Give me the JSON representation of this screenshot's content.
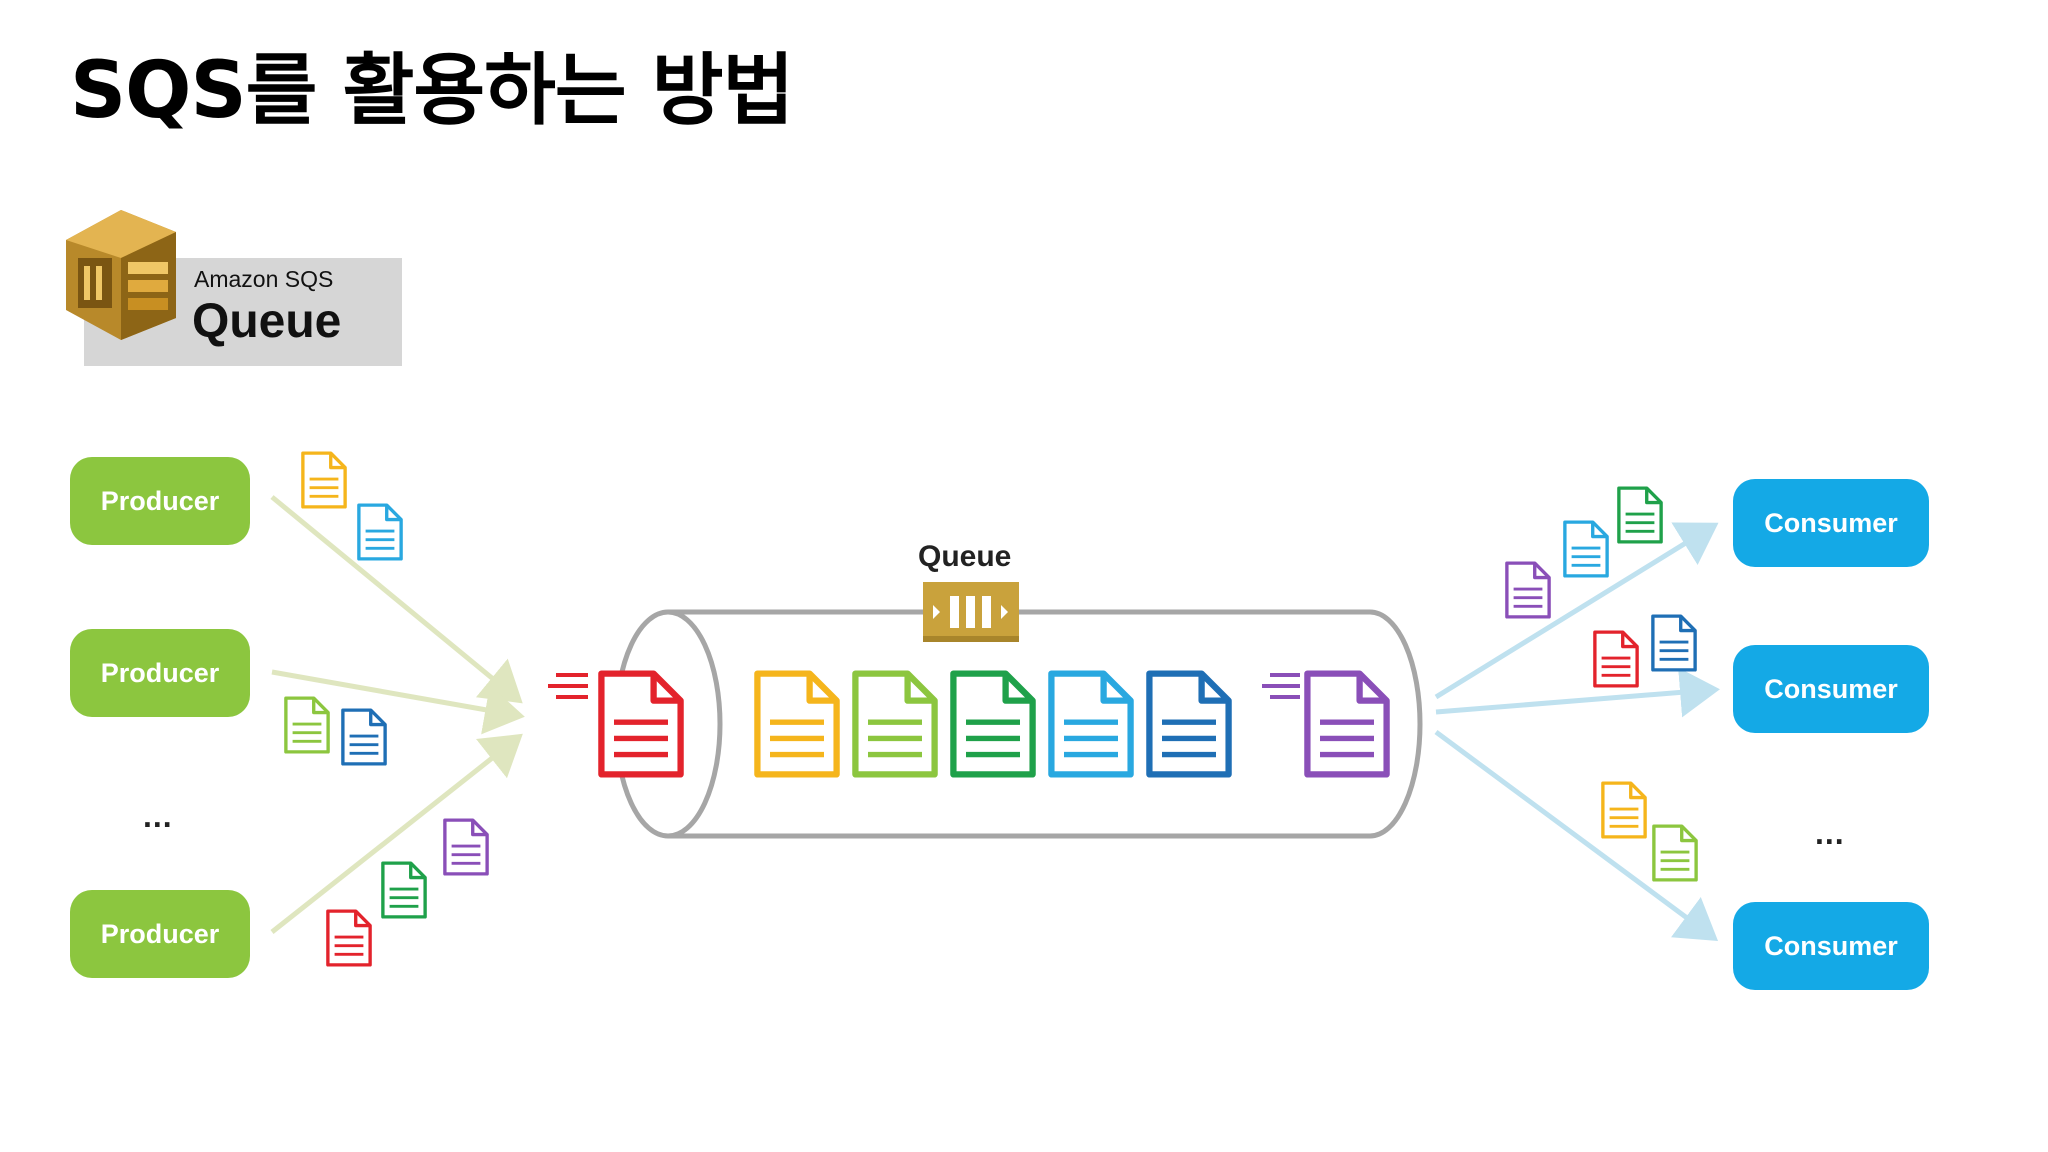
{
  "title": "SQS를 활용하는 방법",
  "badge": {
    "small": "Amazon SQS",
    "big": "Queue"
  },
  "producers": [
    "Producer",
    "Producer",
    "Producer"
  ],
  "producer_ellipsis": "...",
  "queue_label": "Queue",
  "consumers": [
    "Consumer",
    "Consumer",
    "Consumer"
  ],
  "consumer_ellipsis": "...",
  "colors": {
    "producer": "#8cc63f",
    "consumer": "#14a9e6",
    "queue_gold": "#c9a23c",
    "red": "#e3232c",
    "yellow": "#f5b51c",
    "lightgreen": "#8cc63f",
    "green": "#1fa14a",
    "cyan": "#29a8e0",
    "blue": "#1f6fb5",
    "purple": "#8a4fb8"
  }
}
